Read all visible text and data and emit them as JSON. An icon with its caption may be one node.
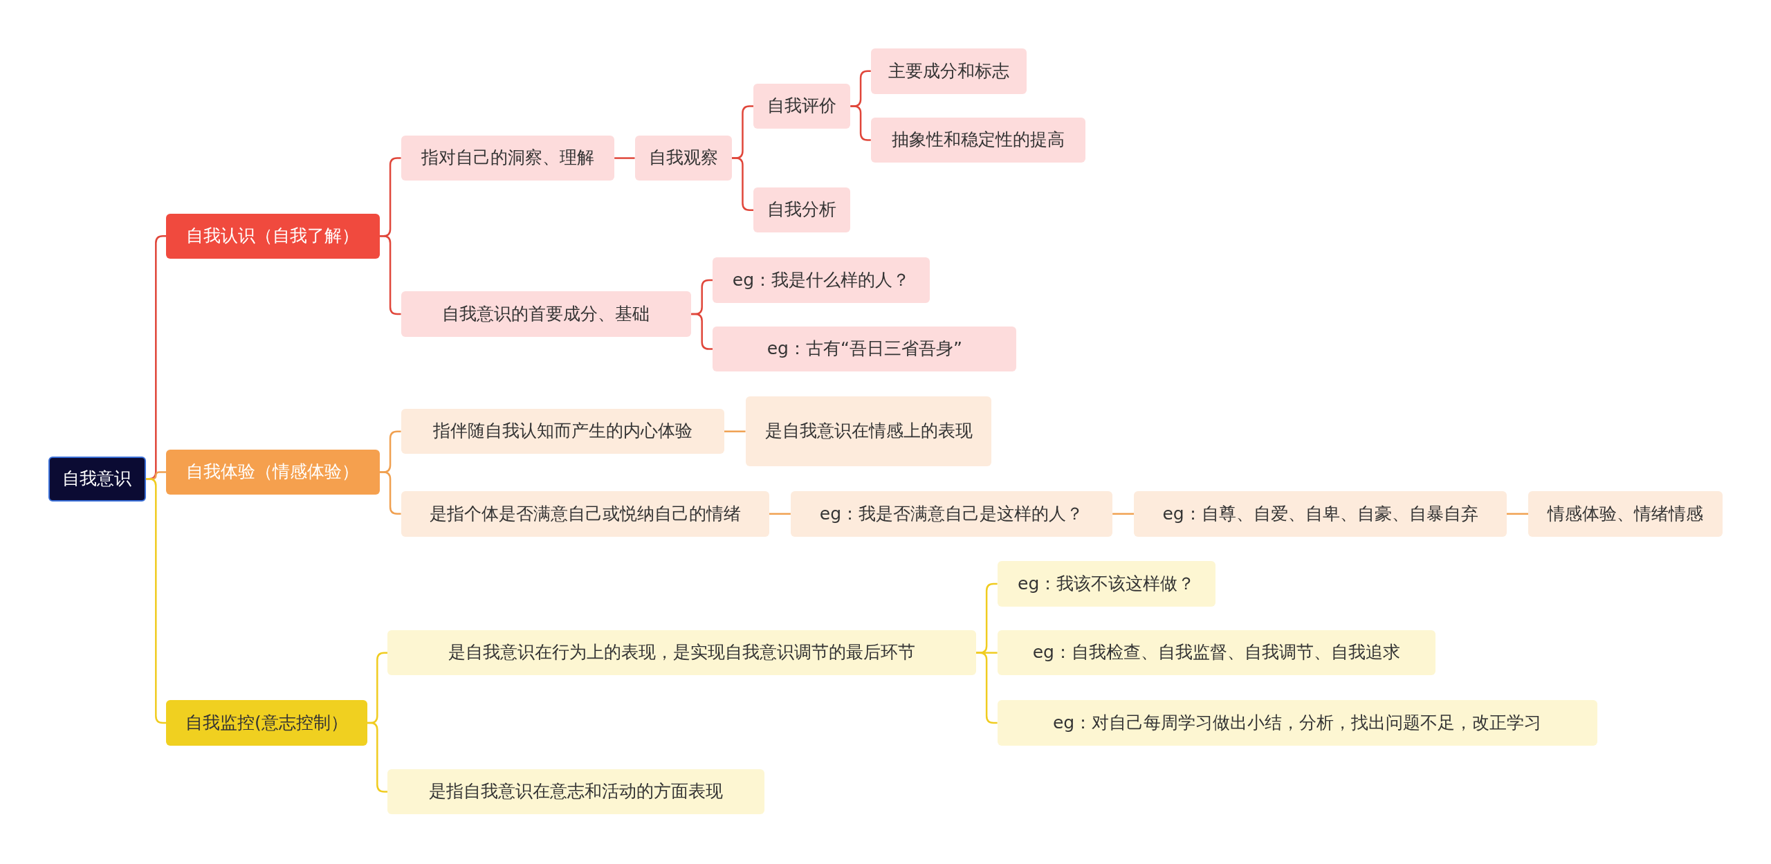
{
  "diagram": {
    "nodes": [
      {
        "text": [
          "自我意识"
        ]
      },
      {
        "text": [
          "自我认识（自我了解）"
        ]
      },
      {
        "text": [
          "指对自己的洞察、理解"
        ]
      },
      {
        "text": [
          "自我观察"
        ]
      },
      {
        "text": [
          "自我评价"
        ]
      },
      {
        "text": [
          "主要成分和标志"
        ]
      },
      {
        "text": [
          "抽象性和稳定性的提高"
        ]
      },
      {
        "text": [
          "自我分析"
        ]
      },
      {
        "text": [
          "自我意识的首要成分、基础"
        ]
      },
      {
        "text": [
          "eg：我是什么样的人？"
        ]
      },
      {
        "text": [
          "eg：古有“吾日三省吾身”"
        ]
      },
      {
        "text": [
          "自我体验（情感体验）"
        ]
      },
      {
        "text": [
          "指伴随自我认知而产生的内心体验"
        ]
      },
      {
        "text": [
          "是自我意识在情感上的表现"
        ]
      },
      {
        "text": [
          "是指个体是否满意自己或悦纳自己的情绪"
        ]
      },
      {
        "text": [
          "eg：我是否满意自己是这样的人？"
        ]
      },
      {
        "text": [
          "eg：自尊、自爱、自卑、自豪、自暴自弃"
        ]
      },
      {
        "text": [
          "情感体验、情绪情感"
        ]
      },
      {
        "text": [
          "自我监控(意志控制）"
        ]
      },
      {
        "text": [
          "是自我意识在行为上的表现，是实现自我意识调节的最后环节"
        ]
      },
      {
        "text": [
          "eg：我该不该这样做？"
        ]
      },
      {
        "text": [
          "eg：自我检查、自我监督、自我调节、自我追求"
        ]
      },
      {
        "text": [
          "eg：对自己每周学习做出小结，分析，找出问题不足，改正学习"
        ]
      },
      {
        "text": [
          "是指自我意识在意志和活动的方面表现"
        ]
      }
    ],
    "edges": [
      {
        "from": 0,
        "to": 1,
        "arrow": "none",
        "color": "#e0463a"
      },
      {
        "from": 1,
        "to": 2,
        "arrow": "none",
        "color": "#e0463a"
      },
      {
        "from": 2,
        "to": 3,
        "arrow": "none",
        "color": "#e0463a"
      },
      {
        "from": 3,
        "to": 4,
        "arrow": "none",
        "color": "#e0463a"
      },
      {
        "from": 4,
        "to": 5,
        "arrow": "none",
        "color": "#e0463a"
      },
      {
        "from": 4,
        "to": 6,
        "arrow": "none",
        "color": "#e0463a"
      },
      {
        "from": 3,
        "to": 7,
        "arrow": "none",
        "color": "#e0463a"
      },
      {
        "from": 1,
        "to": 8,
        "arrow": "none",
        "color": "#e0463a"
      },
      {
        "from": 8,
        "to": 9,
        "arrow": "none",
        "color": "#e0463a"
      },
      {
        "from": 8,
        "to": 10,
        "arrow": "none",
        "color": "#e0463a"
      },
      {
        "from": 0,
        "to": 11,
        "arrow": "none",
        "color": "#f0a050"
      },
      {
        "from": 11,
        "to": 12,
        "arrow": "none",
        "color": "#f0a050"
      },
      {
        "from": 12,
        "to": 13,
        "arrow": "none",
        "color": "#f0a050"
      },
      {
        "from": 11,
        "to": 14,
        "arrow": "none",
        "color": "#f0a050"
      },
      {
        "from": 14,
        "to": 15,
        "arrow": "none",
        "color": "#f0a050"
      },
      {
        "from": 15,
        "to": 16,
        "arrow": "none",
        "color": "#f0a050"
      },
      {
        "from": 16,
        "to": 17,
        "arrow": "none",
        "color": "#f0a050"
      },
      {
        "from": 0,
        "to": 18,
        "arrow": "none",
        "color": "#f0cc20"
      },
      {
        "from": 18,
        "to": 19,
        "arrow": "none",
        "color": "#f0cc20"
      },
      {
        "from": 19,
        "to": 20,
        "arrow": "none",
        "color": "#f0cc20"
      },
      {
        "from": 19,
        "to": 21,
        "arrow": "none",
        "color": "#f0cc20"
      },
      {
        "from": 19,
        "to": 22,
        "arrow": "none",
        "color": "#f0cc20"
      },
      {
        "from": 18,
        "to": 23,
        "arrow": "none",
        "color": "#f0cc20"
      }
    ]
  }
}
